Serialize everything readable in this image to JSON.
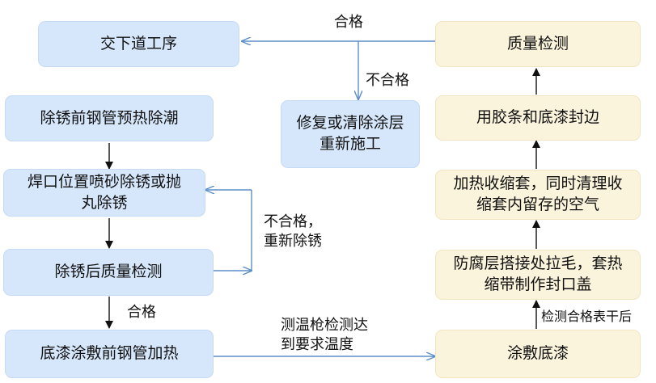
{
  "nodes": {
    "handover": "交下道工序",
    "derust_preheat": "除锈前钢管预热除潮",
    "blast_line1": "焊口位置喷砂除锈或抛",
    "blast_line2": "丸除锈",
    "inspect_after_derust": "除锈后质量检测",
    "primer_heat": "底漆涂敷前钢管加热",
    "repair_line1": "修复或清除涂层",
    "repair_line2": "重新施工",
    "quality_check": "质量检测",
    "seal_edge": "用胶条和底漆封边",
    "shrink_line1": "加热收缩套，同时清理收",
    "shrink_line2": "缩套内留存的空气",
    "roughen_line1": "防腐层搭接处拉毛，套热",
    "roughen_line2": "缩带制作封口盖",
    "apply_primer": "涂敷底漆"
  },
  "labels": {
    "pass_top": "合格",
    "fail_top": "不合格",
    "fail_left_line1": "不合格，",
    "fail_left_line2": "重新除锈",
    "pass_left": "合格",
    "temp_line1": "测温枪检测达",
    "temp_line2": "到要求温度",
    "primer_dry": "检测合格表干后"
  },
  "colors": {
    "blue_box": "#d6e7fb",
    "cream_box": "#fbf4dd",
    "blue_arrow": "#5b8ec9",
    "black_arrow": "#111111"
  }
}
